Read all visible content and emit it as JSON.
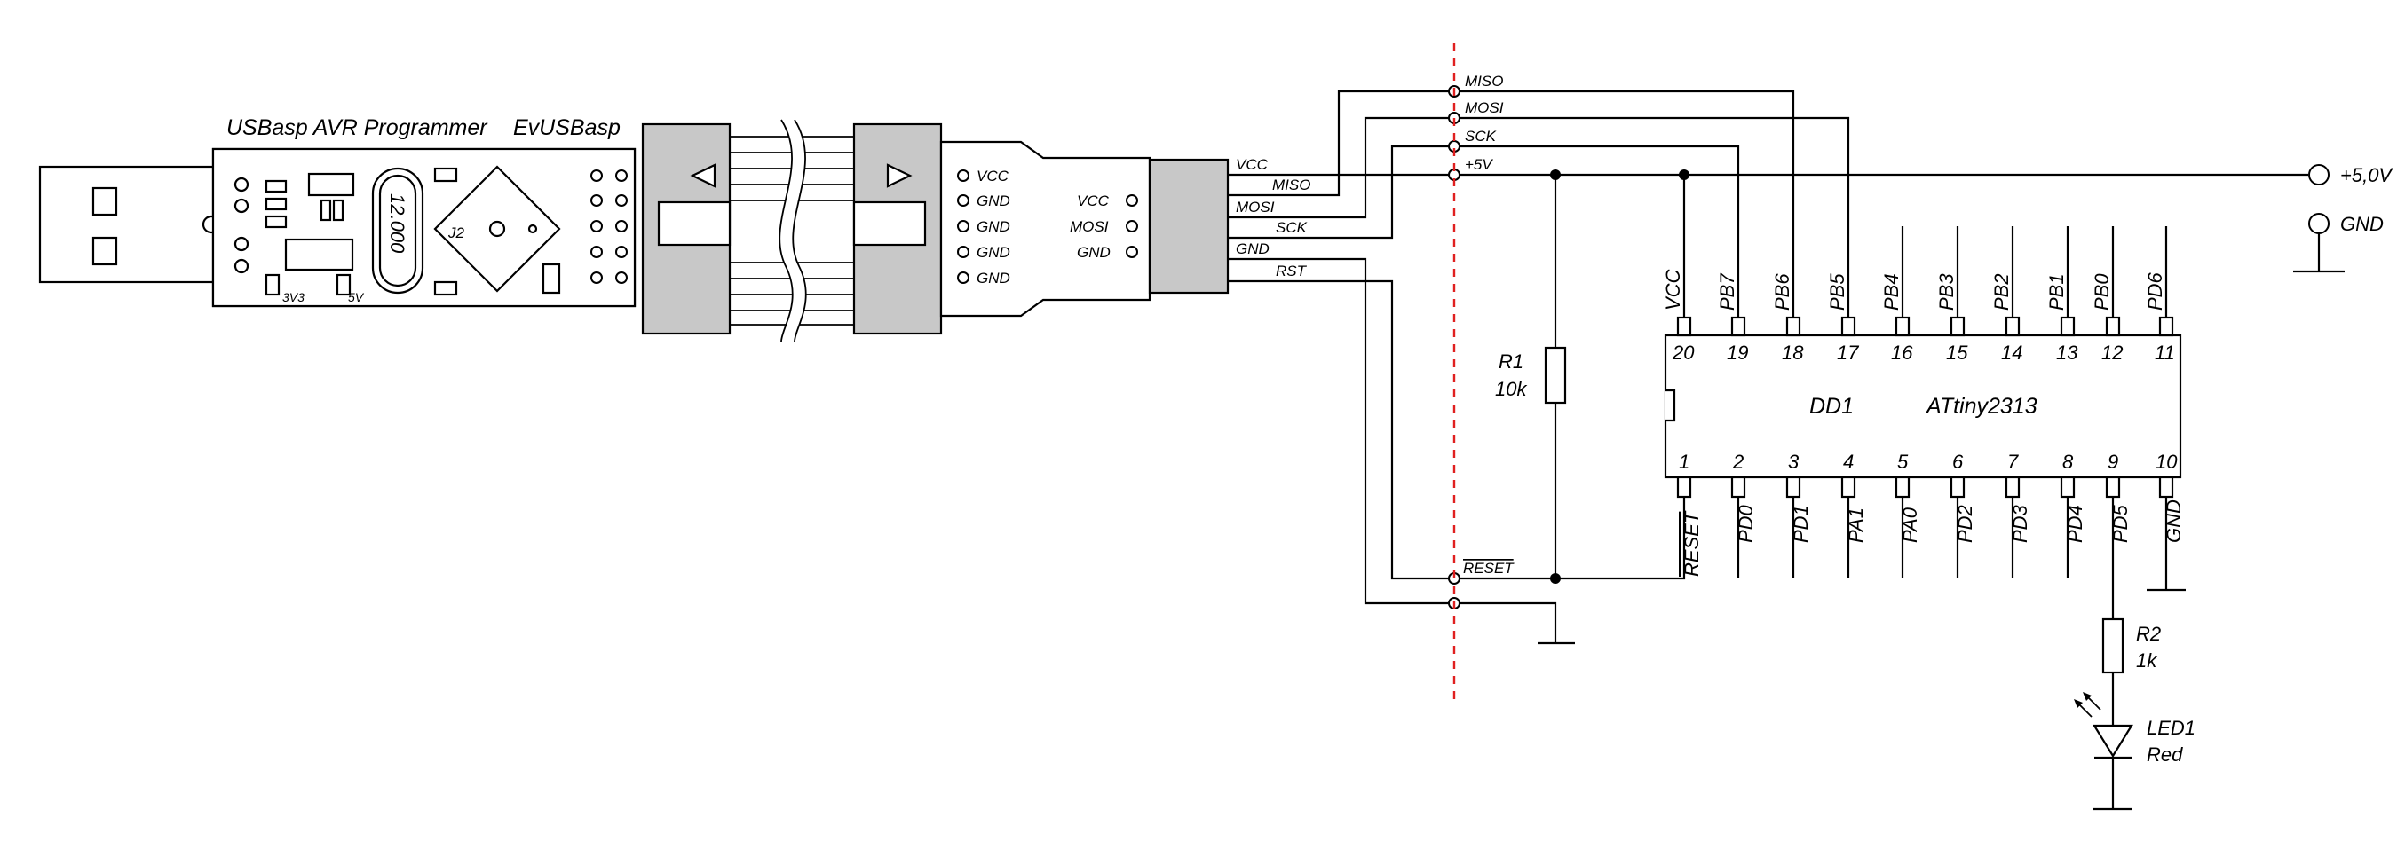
{
  "programmer": {
    "title": "USBasp AVR Programmer",
    "brand": "EvUSBasp",
    "crystal": "12.000",
    "chip_label": "J2",
    "jumper_3v3": "3V3",
    "jumper_5v": "5V"
  },
  "adapter": {
    "pins": [
      "VCC",
      "GND",
      "GND",
      "GND",
      "GND"
    ],
    "small_pins": [
      "VCC",
      "MOSI",
      "GND"
    ],
    "out_labels": [
      "VCC",
      "MISO",
      "MOSI",
      "SCK",
      "GND",
      "RST"
    ]
  },
  "bus": {
    "labels": [
      "MISO",
      "MOSI",
      "SCK",
      "+5V"
    ],
    "reset": "RESET"
  },
  "power": {
    "vcc": "+5,0V",
    "gnd": "GND"
  },
  "r1": {
    "name": "R1",
    "value": "10k"
  },
  "r2": {
    "name": "R2",
    "value": "1k"
  },
  "led": {
    "name": "LED1",
    "value": "Red"
  },
  "ic": {
    "designator": "DD1",
    "part": "ATtiny2313",
    "top_pins": [
      {
        "num": "20",
        "name": "VCC"
      },
      {
        "num": "19",
        "name": "PB7"
      },
      {
        "num": "18",
        "name": "PB6"
      },
      {
        "num": "17",
        "name": "PB5"
      },
      {
        "num": "16",
        "name": "PB4"
      },
      {
        "num": "15",
        "name": "PB3"
      },
      {
        "num": "14",
        "name": "PB2"
      },
      {
        "num": "13",
        "name": "PB1"
      },
      {
        "num": "12",
        "name": "PB0"
      },
      {
        "num": "11",
        "name": "PD6"
      }
    ],
    "bottom_pins": [
      {
        "num": "1",
        "name": "RESET"
      },
      {
        "num": "2",
        "name": "PD0"
      },
      {
        "num": "3",
        "name": "PD1"
      },
      {
        "num": "4",
        "name": "PA1"
      },
      {
        "num": "5",
        "name": "PA0"
      },
      {
        "num": "6",
        "name": "PD2"
      },
      {
        "num": "7",
        "name": "PD3"
      },
      {
        "num": "8",
        "name": "PD4"
      },
      {
        "num": "9",
        "name": "PD5"
      },
      {
        "num": "10",
        "name": "GND"
      }
    ]
  }
}
